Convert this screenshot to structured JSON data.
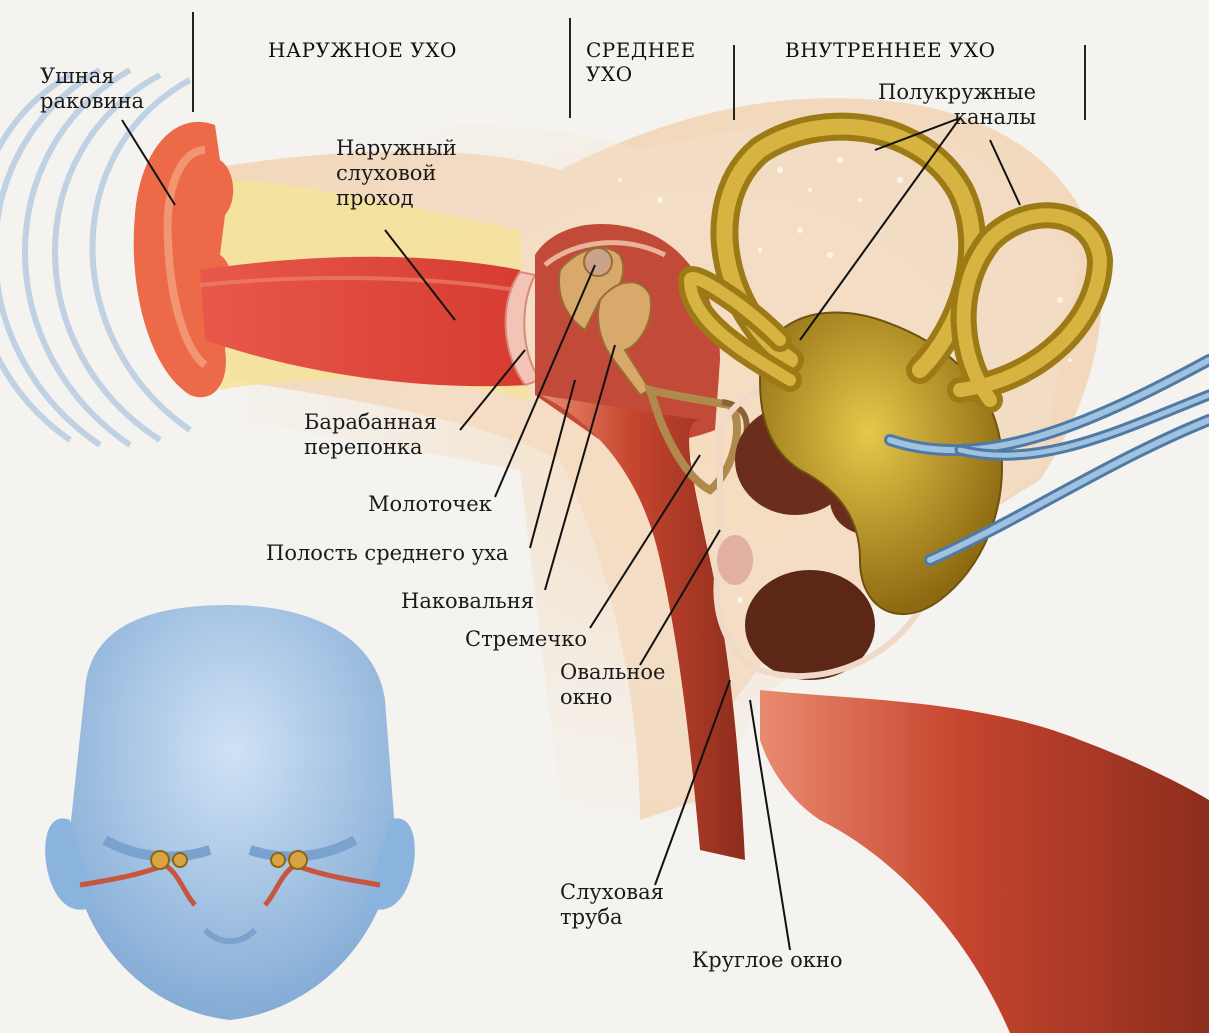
{
  "sections": {
    "outer": "НАРУЖНОЕ УХО",
    "middle": "СРЕДНЕЕ\nУХО",
    "inner": "ВНУТРЕННЕЕ УХО"
  },
  "labels": {
    "auricle": "Ушная\nраковина",
    "ear_canal": "Наружный\nслуховой\nпроход",
    "semicircular_canals": "Полукружные\nканалы",
    "eardrum": "Барабанная\nперепонка",
    "malleus": "Молоточек",
    "tympanic_cavity": "Полость среднего уха",
    "incus": "Наковальня",
    "stapes": "Стремечко",
    "oval_window": "Овальное\nокно",
    "eustachian_tube": "Слуховая\nтруба",
    "round_window": "Круглое окно"
  },
  "colors": {
    "background": "#f4f3ef",
    "sound_waves": "#aec6de",
    "flesh": "#e0543f",
    "canal_red": "#d2412f",
    "bone": "#f1cfa9",
    "inner_ear": "#b08a1c",
    "nerve": "#6f9ac0",
    "cochlea_dark": "#6b2e1d",
    "head_blue": "#9ec1e4"
  }
}
